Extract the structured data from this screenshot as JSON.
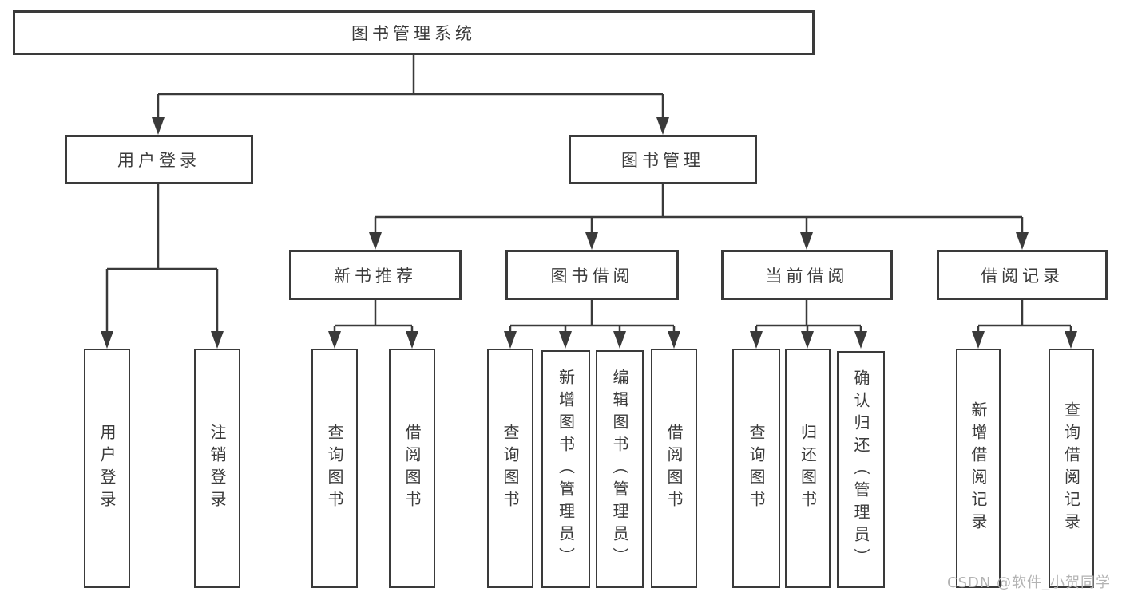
{
  "diagram": {
    "root": {
      "label": "图书管理系统"
    },
    "branches": [
      {
        "label": "用户登录",
        "children": [
          {
            "label": "用户登录"
          },
          {
            "label": "注销登录"
          }
        ]
      },
      {
        "label": "图书管理",
        "children": [
          {
            "label": "新书推荐",
            "children": [
              {
                "label": "查询图书"
              },
              {
                "label": "借阅图书"
              }
            ]
          },
          {
            "label": "图书借阅",
            "children": [
              {
                "label": "查询图书"
              },
              {
                "label": "新增图书（管理员）"
              },
              {
                "label": "编辑图书（管理员）"
              },
              {
                "label": "借阅图书"
              }
            ]
          },
          {
            "label": "当前借阅",
            "children": [
              {
                "label": "查询图书"
              },
              {
                "label": "归还图书"
              },
              {
                "label": "确认归还（管理员）"
              }
            ]
          },
          {
            "label": "借阅记录",
            "children": [
              {
                "label": "新增借阅记录"
              },
              {
                "label": "查询借阅记录"
              }
            ]
          }
        ]
      }
    ],
    "watermark": "CSDN @软件_小贺同学",
    "colors": {
      "line": "#3a3a3a",
      "text": "#3b3b3b",
      "background": "#ffffff",
      "watermark": "#b3b3b3"
    }
  }
}
